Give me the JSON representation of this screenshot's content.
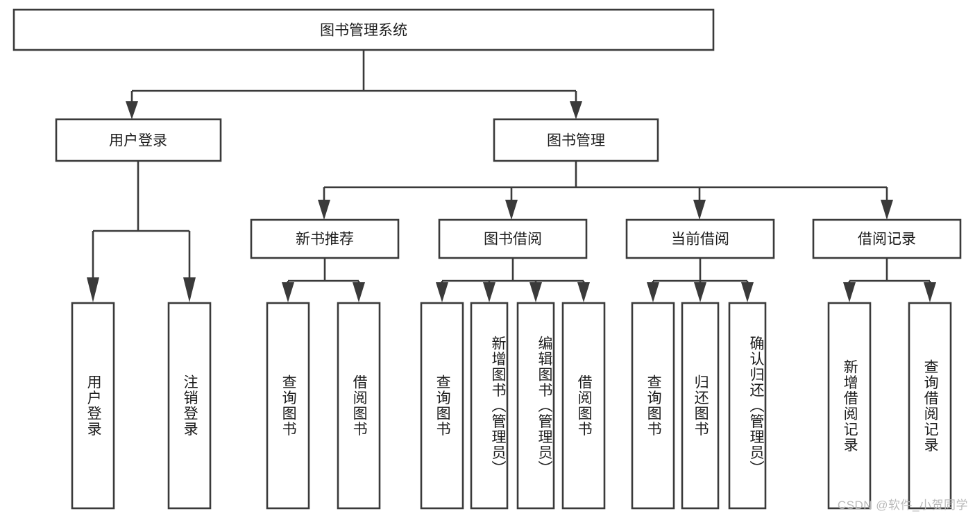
{
  "diagram": {
    "title": "图书管理系统",
    "root": {
      "label": "图书管理系统",
      "orientation": "horizontal"
    },
    "level2": [
      {
        "label": "用户登录",
        "orientation": "horizontal"
      },
      {
        "label": "图书管理",
        "orientation": "horizontal"
      }
    ],
    "level3": [
      {
        "label": "新书推荐",
        "orientation": "horizontal"
      },
      {
        "label": "图书借阅",
        "orientation": "horizontal"
      },
      {
        "label": "当前借阅",
        "orientation": "horizontal"
      },
      {
        "label": "借阅记录",
        "orientation": "horizontal"
      }
    ],
    "leaves": {
      "user_login": [
        {
          "label": "用户登录",
          "orientation": "vertical"
        },
        {
          "label": "注销登录",
          "orientation": "vertical"
        }
      ],
      "new_book_recommend": [
        {
          "label": "查询图书",
          "orientation": "vertical"
        },
        {
          "label": "借阅图书",
          "orientation": "vertical"
        }
      ],
      "book_borrow": [
        {
          "label": "查询图书",
          "orientation": "vertical"
        },
        {
          "label": "新增图书（管理员）",
          "orientation": "vertical"
        },
        {
          "label": "编辑图书（管理员）",
          "orientation": "vertical"
        },
        {
          "label": "借阅图书",
          "orientation": "vertical"
        }
      ],
      "current_borrow": [
        {
          "label": "查询图书",
          "orientation": "vertical"
        },
        {
          "label": "归还图书",
          "orientation": "vertical"
        },
        {
          "label": "确认归还（管理员）",
          "orientation": "vertical"
        }
      ],
      "borrow_record": [
        {
          "label": "新增借阅记录",
          "orientation": "vertical"
        },
        {
          "label": "查询借阅记录",
          "orientation": "vertical"
        }
      ]
    },
    "watermark": "CSDN @软件_小贺同学",
    "colors": {
      "stroke": "#3a3a3a",
      "text": "#1c1c1c",
      "background": "#ffffff",
      "watermark": "#b9b9b9"
    }
  }
}
